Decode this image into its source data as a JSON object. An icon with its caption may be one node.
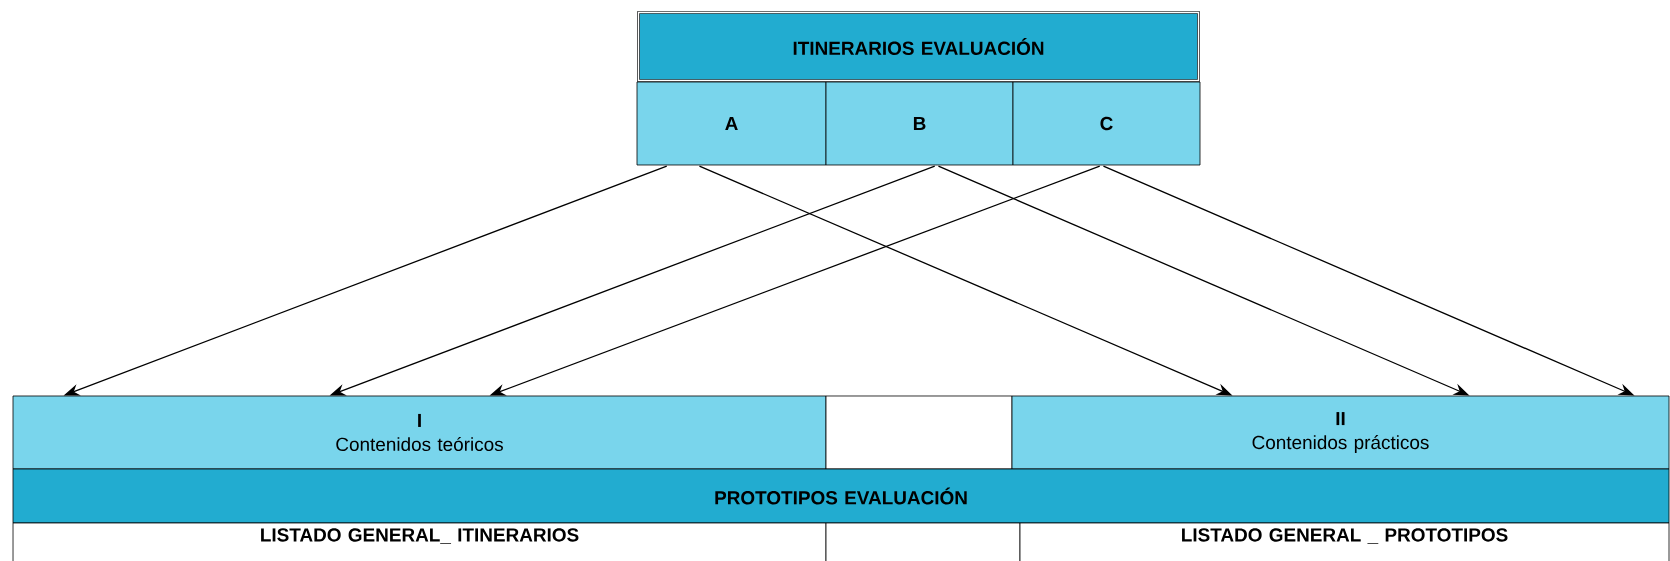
{
  "diagram": {
    "nodes": [
      {
        "text": [
          "ITINERARIOS EVALUACIÓN"
        ]
      },
      {
        "text": [
          "A"
        ]
      },
      {
        "text": [
          "B"
        ]
      },
      {
        "text": [
          "C"
        ]
      },
      {
        "text": [
          "I",
          "Contenidos teóricos"
        ]
      },
      {
        "text": [],
        "shape": "box"
      },
      {
        "text": [
          "II",
          "Contenidos prácticos"
        ]
      },
      {
        "text": [
          "PROTOTIPOS EVALUACIÓN"
        ]
      },
      {
        "text": [
          "LISTADO GENERAL_ ITINERARIOS"
        ]
      },
      {
        "text": [],
        "shape": "box"
      },
      {
        "text": [
          "LISTADO GENERAL _ PROTOTIPOS"
        ]
      }
    ],
    "edges": [
      {
        "from": 1,
        "to": 4,
        "arrow": "to"
      },
      {
        "from": 1,
        "to": 6,
        "arrow": "to"
      },
      {
        "from": 2,
        "to": 4,
        "arrow": "to"
      },
      {
        "from": 2,
        "to": 6,
        "arrow": "to"
      },
      {
        "from": 3,
        "to": 4,
        "arrow": "to"
      },
      {
        "from": 3,
        "to": 6,
        "arrow": "to"
      }
    ]
  }
}
